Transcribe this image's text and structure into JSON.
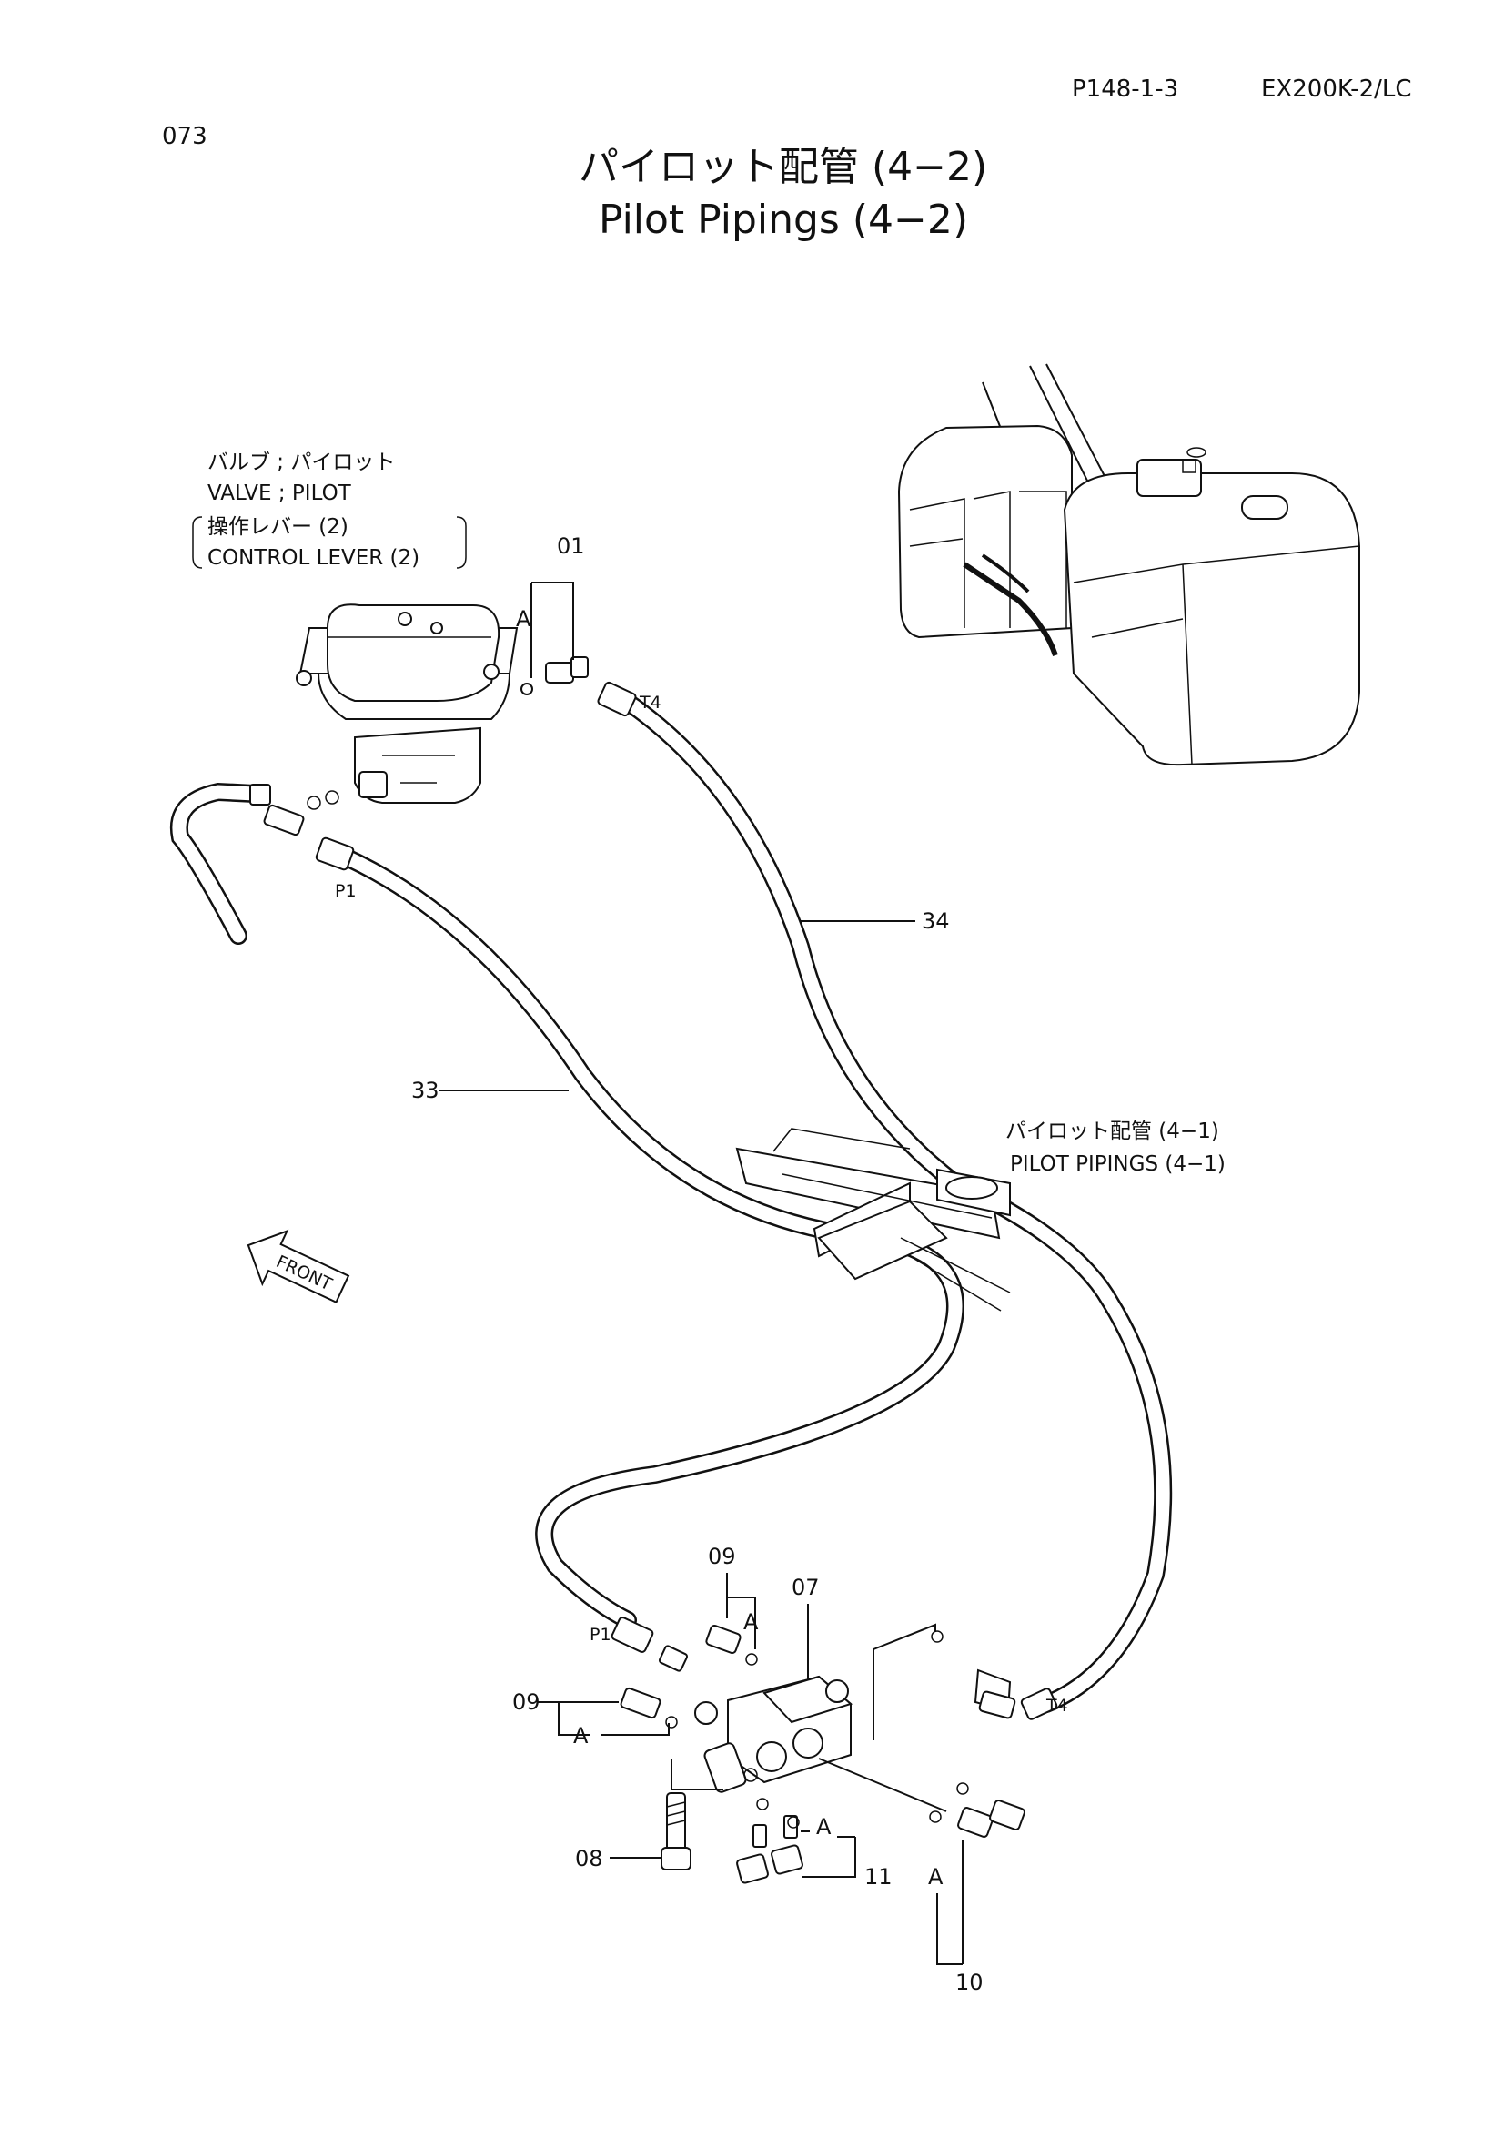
{
  "header": {
    "page_no": "073",
    "ref_code": "P148-1-3",
    "model": "EX200K-2/LC"
  },
  "title": {
    "jp": "パイロット配管 (4−2)",
    "en": "Pilot Pipings (4−2)"
  },
  "valve_label": {
    "jp": "バルブ ; パイロット",
    "en": "VALVE ; PILOT",
    "sub_jp": "操作レバー (2)",
    "sub_en": "CONTROL  LEVER (2)"
  },
  "ref_label": {
    "jp": "パイロット配管 (4−1)",
    "en": "PILOT  PIPINGS (4−1)"
  },
  "front_arrow": "FRONT",
  "ports": {
    "p1": "P1",
    "t4": "T4"
  },
  "callouts": {
    "c01": "01",
    "c07": "07",
    "c08": "08",
    "c09": "09",
    "c10": "10",
    "c11": "11",
    "c33": "33",
    "c34": "34",
    "a": "A"
  }
}
